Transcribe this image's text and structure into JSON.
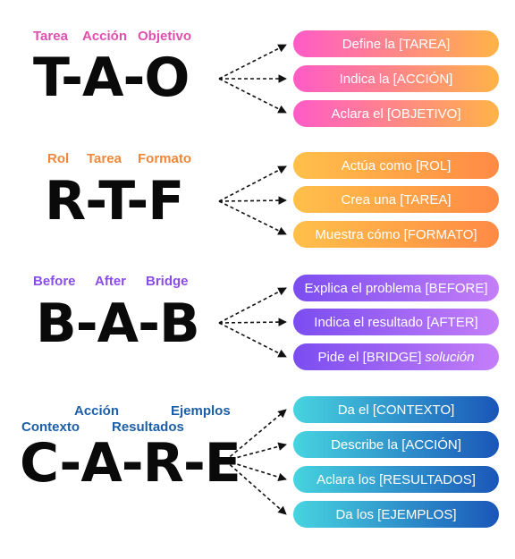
{
  "colors": {
    "tao_label": "#e04fb0",
    "rtf_label": "#f0873a",
    "bab_label": "#8a4de8",
    "care_label": "#1c5fa8",
    "tao_pill": [
      "#ff5bc7",
      "#ffb347"
    ],
    "rtf_pill": [
      "#ffc04a",
      "#ff8a45"
    ],
    "bab_pill": [
      "#7b4df0",
      "#c47ef8"
    ],
    "care_pill": [
      "#47d4e0",
      "#1a56b8"
    ]
  },
  "tao": {
    "labels": [
      "Tarea",
      "Acción",
      "Objetivo"
    ],
    "acronym": "T-A-O",
    "pills": [
      "Define la [TAREA]",
      "Indica la [ACCIÓN]",
      "Aclara el [OBJETIVO]"
    ]
  },
  "rtf": {
    "labels": [
      "Rol",
      "Tarea",
      "Formato"
    ],
    "acronym": "R-T-F",
    "pills": [
      "Actúa como [ROL]",
      "Crea una [TAREA]",
      "Muestra cómo [FORMATO]"
    ]
  },
  "bab": {
    "labels": [
      "Before",
      "After",
      "Bridge"
    ],
    "acronym": "B-A-B",
    "pills": [
      "Explica el problema [BEFORE]",
      "Indica el resultado [AFTER]",
      "Pide el [BRIDGE]"
    ],
    "pill3_italic": "solución"
  },
  "care": {
    "labels": [
      "Acción",
      "Ejemplos",
      "Contexto",
      "Resultados"
    ],
    "acronym": "C-A-R-E",
    "pills": [
      "Da el [CONTEXTO]",
      "Describe la [ACCIÓN]",
      "Aclara los [RESULTADOS]",
      "Da los [EJEMPLOS]"
    ]
  }
}
